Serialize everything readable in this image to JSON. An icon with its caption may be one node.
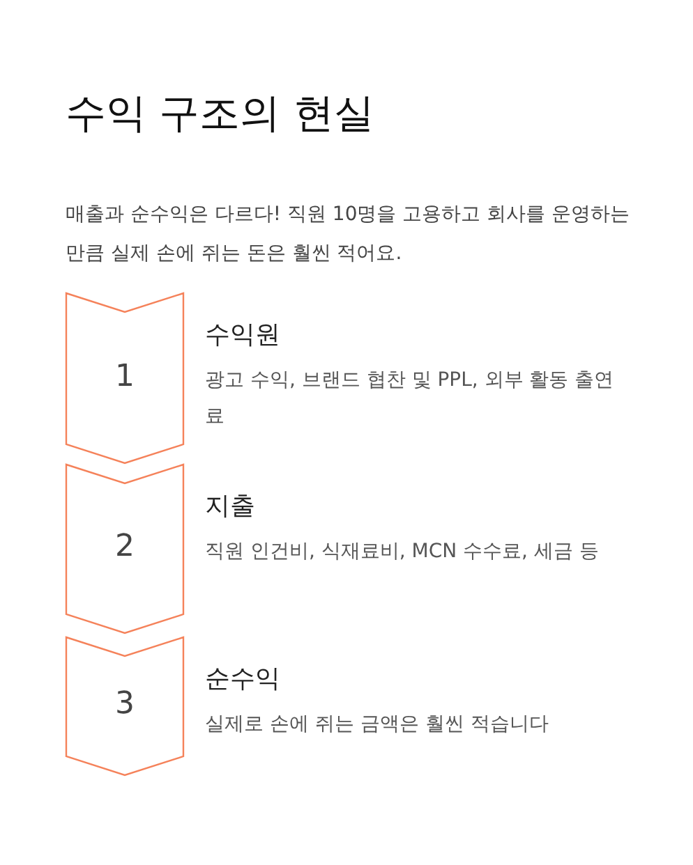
{
  "diagram": {
    "title": "수익 구조의 현실",
    "nodes": [
      {
        "text": [
          "1"
        ],
        "beside": [
          "수익원",
          "광고 수익, 브랜드 협찬 및 PPL, 외부 활동 출연료"
        ]
      },
      {
        "text": [
          "2"
        ],
        "beside": [
          "지출",
          "직원 인건비, 식재료비, MCN 수수료, 세금 등"
        ]
      },
      {
        "text": [
          "3"
        ],
        "beside": [
          "순수익",
          "실제로 손에 쥐는 금액은 훨씬 적습니다"
        ]
      }
    ],
    "labels": [
      "매출과 순수익은 다르다! 직원 10명을 고용하고 회사를 운영하는 만큼 실제 손에 쥐는 돈은 훨씬 적어요."
    ]
  }
}
